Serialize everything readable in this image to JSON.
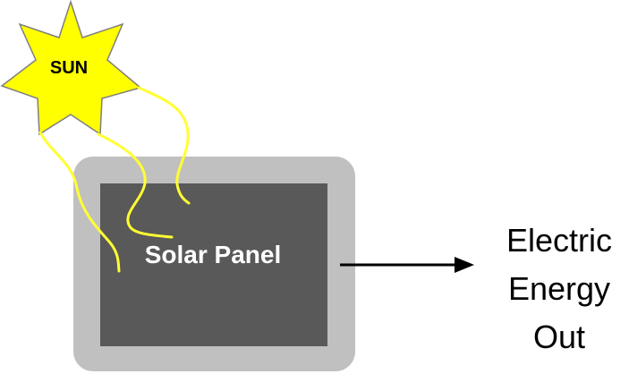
{
  "diagram": {
    "sun_label": "SUN",
    "panel_label": "Solar Panel",
    "output_lines": [
      "Electric",
      "Energy",
      "Out"
    ]
  },
  "colors": {
    "sun_fill": "#ffff00",
    "sun_stroke": "#7f7f7f",
    "sunray": "#ffff33",
    "panel_frame": "#c0c0c0",
    "panel_inner": "#595959",
    "panel_text": "#ffffff",
    "arrow": "#000000"
  }
}
